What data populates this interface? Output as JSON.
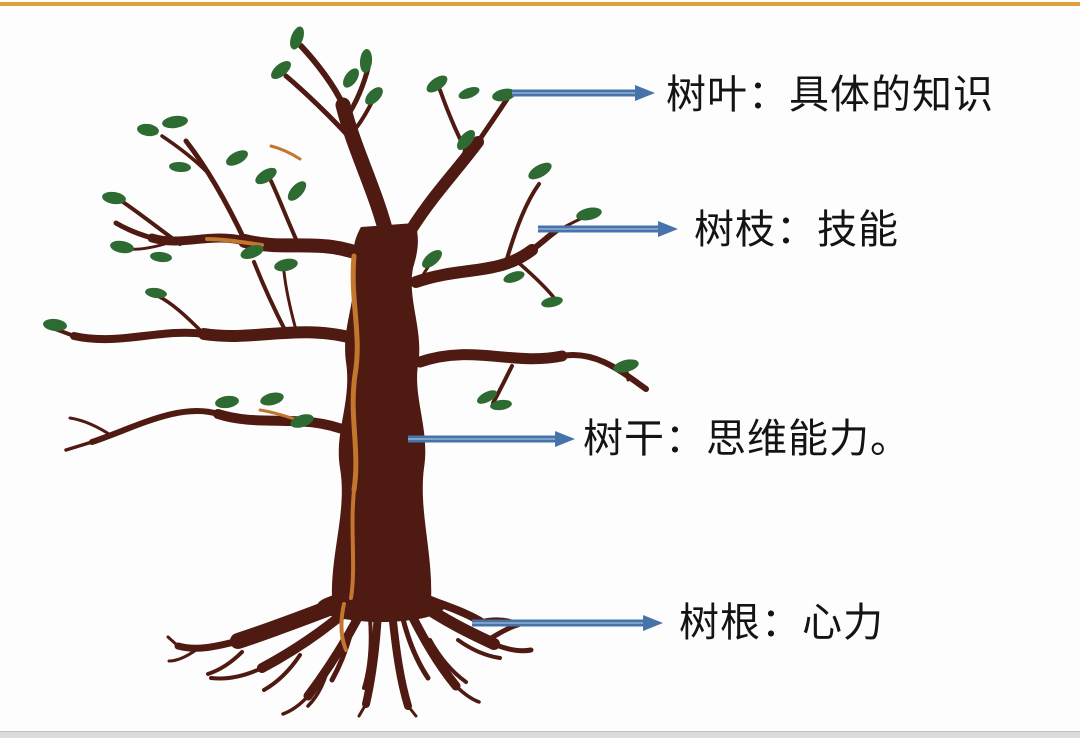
{
  "page": {
    "background": "#fdfdfd",
    "top_border_color": "#dfa13f",
    "bottom_bar_color": "#dcdcdc"
  },
  "diagram": {
    "arrow_color": "#4673a9",
    "arrow_core_color": "#7fa2c9",
    "tree_colors": {
      "wood": "#4e1a11",
      "leaf": "#2e6b33",
      "bark_highlight": "#c2762e"
    },
    "labels": [
      {
        "id": "leaves",
        "text": "树叶：具体的知识"
      },
      {
        "id": "branches",
        "text": "树枝：技能"
      },
      {
        "id": "trunk",
        "text": "树干：思维能力。"
      },
      {
        "id": "roots",
        "text": "树根：心力"
      }
    ]
  }
}
